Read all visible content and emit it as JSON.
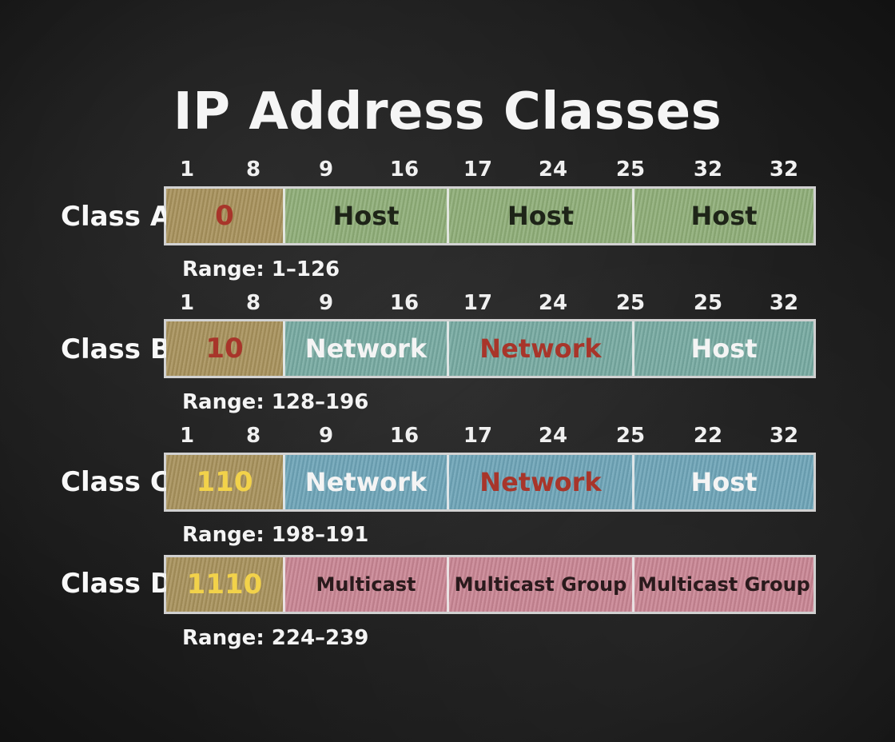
{
  "title": "IP Address Classes",
  "colors": {
    "board": "#1c1c1c",
    "chalk_white": "#f4f4f4",
    "lead_tan": "#a8925c",
    "class_a_fill": "#8fae78",
    "class_b_fill": "#77aaa2",
    "class_c_fill": "#6ea5b8",
    "class_d_fill": "#c98694",
    "accent_red": "#a8352a",
    "accent_yellow": "#f2d24a"
  },
  "classes": [
    {
      "label": "Class A",
      "bits": [
        "1",
        "8",
        "9",
        "16",
        "17",
        "24",
        "25",
        "32",
        "32"
      ],
      "segments": [
        "0",
        "Host",
        "Host",
        "Host"
      ],
      "range": "Range: 1–126"
    },
    {
      "label": "Class B",
      "bits": [
        "1",
        "8",
        "9",
        "16",
        "17",
        "24",
        "25",
        "25",
        "32"
      ],
      "segments": [
        "10",
        "Network",
        "Network",
        "Host"
      ],
      "range": "Range: 128–196"
    },
    {
      "label": "Class C",
      "bits": [
        "1",
        "8",
        "9",
        "16",
        "17",
        "24",
        "25",
        "22",
        "32"
      ],
      "segments": [
        "110",
        "Network",
        "Network",
        "Host"
      ],
      "range": "Range: 198–191"
    },
    {
      "label": "Class D",
      "segments": [
        "1110",
        "Multicast",
        "Multicast Group",
        "Multicast Group"
      ],
      "range": "Range: 224–239"
    }
  ]
}
